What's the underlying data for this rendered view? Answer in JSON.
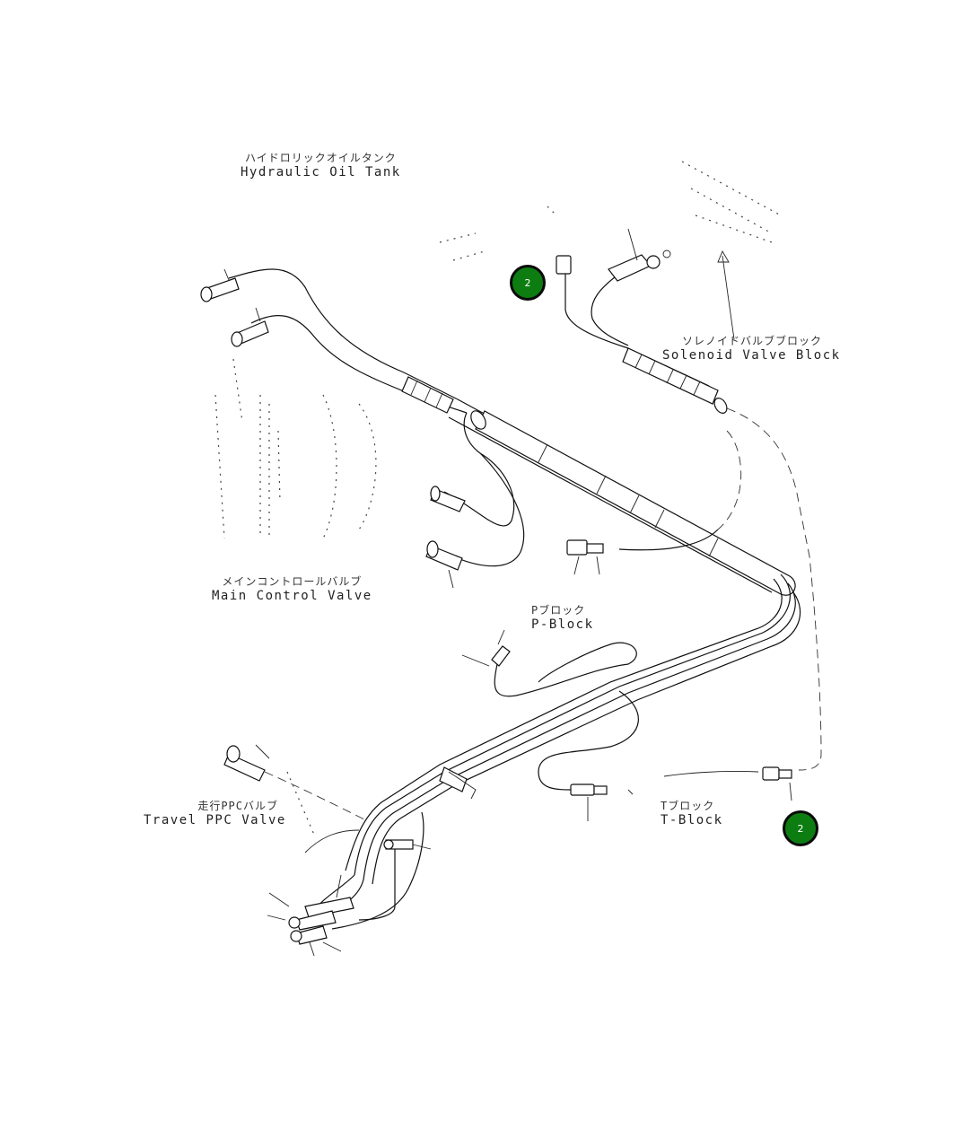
{
  "labels": {
    "hydraulic_oil_tank": {
      "jp": "ハイドロリックオイルタンク",
      "en": "Hydraulic Oil Tank"
    },
    "solenoid_valve_block": {
      "jp": "ソレノイドバルブブロック",
      "en": "Solenoid Valve Block"
    },
    "main_control_valve": {
      "jp": "メインコントロールバルブ",
      "en": "Main Control Valve"
    },
    "p_block": {
      "jp": "Pブロック",
      "en": "P-Block"
    },
    "t_block": {
      "jp": "Tブロック",
      "en": "T-Block"
    },
    "travel_ppc_valve": {
      "jp": "走行PPCバルブ",
      "en": "Travel PPC Valve"
    }
  },
  "callouts": [
    {
      "number": "2"
    },
    {
      "number": "2"
    }
  ],
  "colors": {
    "callout_fill": "#0d7d12",
    "callout_border": "#0a0a0a",
    "line": "#111111"
  }
}
